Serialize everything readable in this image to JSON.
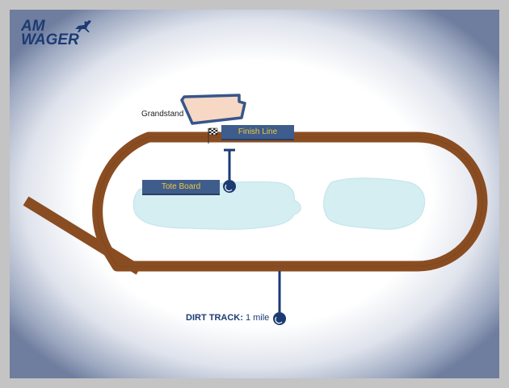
{
  "logo": {
    "line1": "AM",
    "line2": "WAGER"
  },
  "map": {
    "grandstand_label": "Grandstand",
    "finish_line_label": "Finish Line",
    "tote_board_label": "Tote Board",
    "track_name": "DIRT TRACK:",
    "track_length": "1 mile"
  },
  "icons": [
    "horse-icon",
    "checkered-flag-icon",
    "marker-pin-icon"
  ],
  "colors": {
    "track": "#8a4d22",
    "track_edge": "#6e3b17",
    "infield_pond": "#d4eef2",
    "grandstand_fill": "#f6d8c4",
    "grandstand_stroke": "#37558a",
    "plate": "#3e5d8c",
    "plate_text": "#f0c63e",
    "pin": "#1c3b73"
  }
}
